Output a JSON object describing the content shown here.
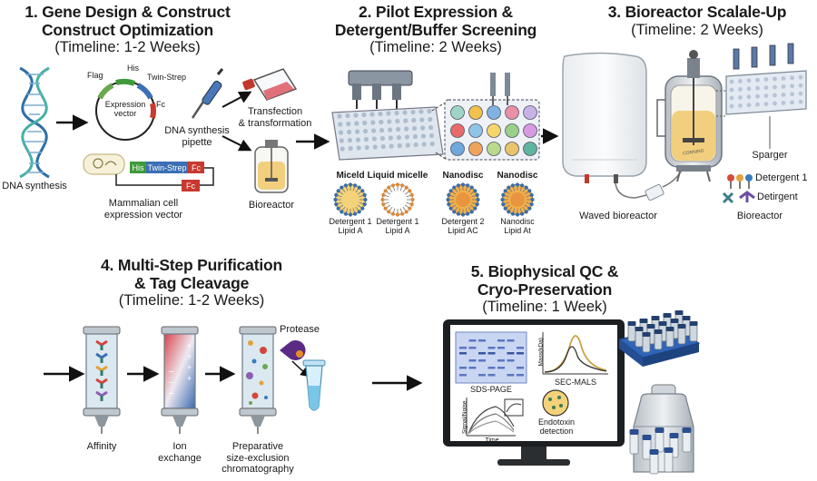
{
  "steps": [
    {
      "title_lines": [
        "1. Gene Design & Construct",
        "Construct Optimization"
      ],
      "timeline": "(Timeline: 1-2 Weeks)"
    },
    {
      "title_lines": [
        "2. Pilot Expression &",
        "Detergent/Buffer Screening"
      ],
      "timeline": "(Timeline: 2 Weeks)"
    },
    {
      "title_lines": [
        "3. Bioreactor Scalale-Up"
      ],
      "timeline": "(Timeline: 2 Weeks)"
    },
    {
      "title_lines": [
        "4. Multi-Step Purification",
        "& Tag Cleavage"
      ],
      "timeline": "(Timeline: 1-2 Weeks)"
    },
    {
      "title_lines": [
        "5. Biophysical QC &",
        "Cryo-Preservation"
      ],
      "timeline": "(Timeline: 1 Week)"
    }
  ],
  "s1": {
    "dna_label": "DNA synthesis",
    "plasmid_label": [
      "Expression",
      "vector"
    ],
    "tags": {
      "flag": "Flag",
      "his": "His",
      "twin_strep": "Twin-Strep",
      "fc": "Fc"
    },
    "pipette_label": [
      "DNA synthesis",
      "pipette"
    ],
    "transfection_label": [
      "Transfection",
      "& transformation"
    ],
    "bioreactor_label": "Bioreactor",
    "mammalian_label": [
      "Mammalian cell",
      "expression vector"
    ],
    "bar_tags": {
      "his": "His",
      "twin_strep": "Twin-Strep",
      "fc": "Fc",
      "fc2": "Fc"
    }
  },
  "s2": {
    "micelles": [
      {
        "name": "Miceld",
        "desc": [
          "Detergent 1",
          "Lipid A"
        ]
      },
      {
        "name": "Liquid micelle",
        "desc": [
          "Detergent 1",
          "Lipid A"
        ]
      },
      {
        "name": "Nanodisc",
        "desc": [
          "Detergent 2",
          "Lipid AC"
        ]
      },
      {
        "name": "Nanodisc",
        "desc": [
          "Nanodisc",
          "Lipid At"
        ]
      }
    ]
  },
  "s3": {
    "waved_label": "Waved bioreactor",
    "sparger_label": "Sparger",
    "detergent_label": "Detergent 1",
    "detirgent_label": "Detirgent",
    "bioreactor_label": "Bioreactor",
    "tank_badge": "CORNING"
  },
  "s4": {
    "columns": [
      {
        "label": [
          "Affinity"
        ]
      },
      {
        "label": [
          "Ion",
          "exchange"
        ]
      },
      {
        "label": [
          "Preparative",
          "size-exclusion",
          "chromatography"
        ]
      }
    ],
    "protease_label": "Protease"
  },
  "s5": {
    "sds_label": "SDS-PAGE",
    "sec_label": "SEC-MALS",
    "sec_y_label": "Mass(kDa)",
    "spr_y_label": "Signal/Noise",
    "spr_x_label": "Time",
    "endotoxin_label": [
      "Endotoxin",
      "detection"
    ]
  },
  "colors": {
    "his": "#3f9a3a",
    "strep": "#3b6fb6",
    "fc": "#c8392f",
    "flag": "#6aa84f",
    "dna_a": "#2e6fa8",
    "dna_b": "#49b0a6",
    "media": "#f2cf7e",
    "column": "#dce8f0"
  }
}
